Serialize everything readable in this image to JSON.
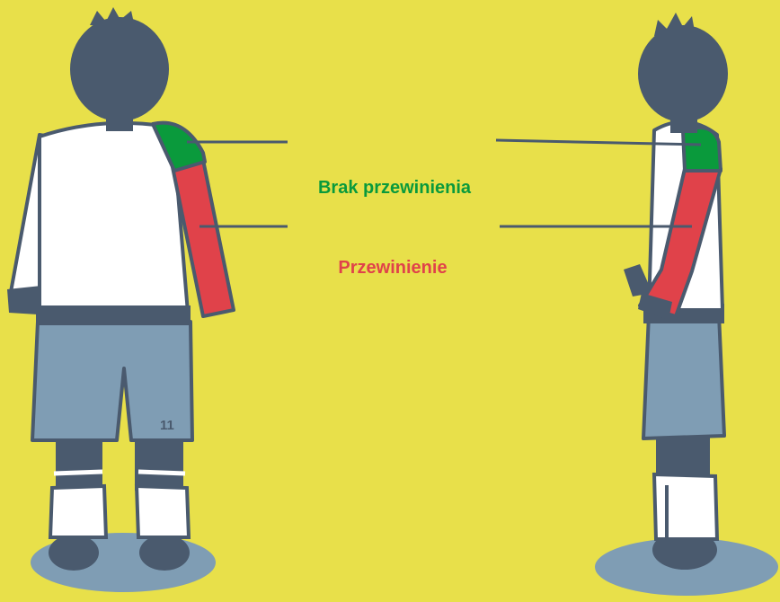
{
  "labels": {
    "no_foul": "Brak przewinienia",
    "foul": "Przewinienie"
  },
  "player": {
    "shirt_number": "11"
  },
  "colors": {
    "background": "#e8e04a",
    "no_foul_zone": "#0a9a3c",
    "foul_zone": "#e0424a",
    "outline": "#4a5a6e",
    "shorts": "#7f9db4",
    "shirt": "#ffffff",
    "shadow": "#7f9db4"
  }
}
